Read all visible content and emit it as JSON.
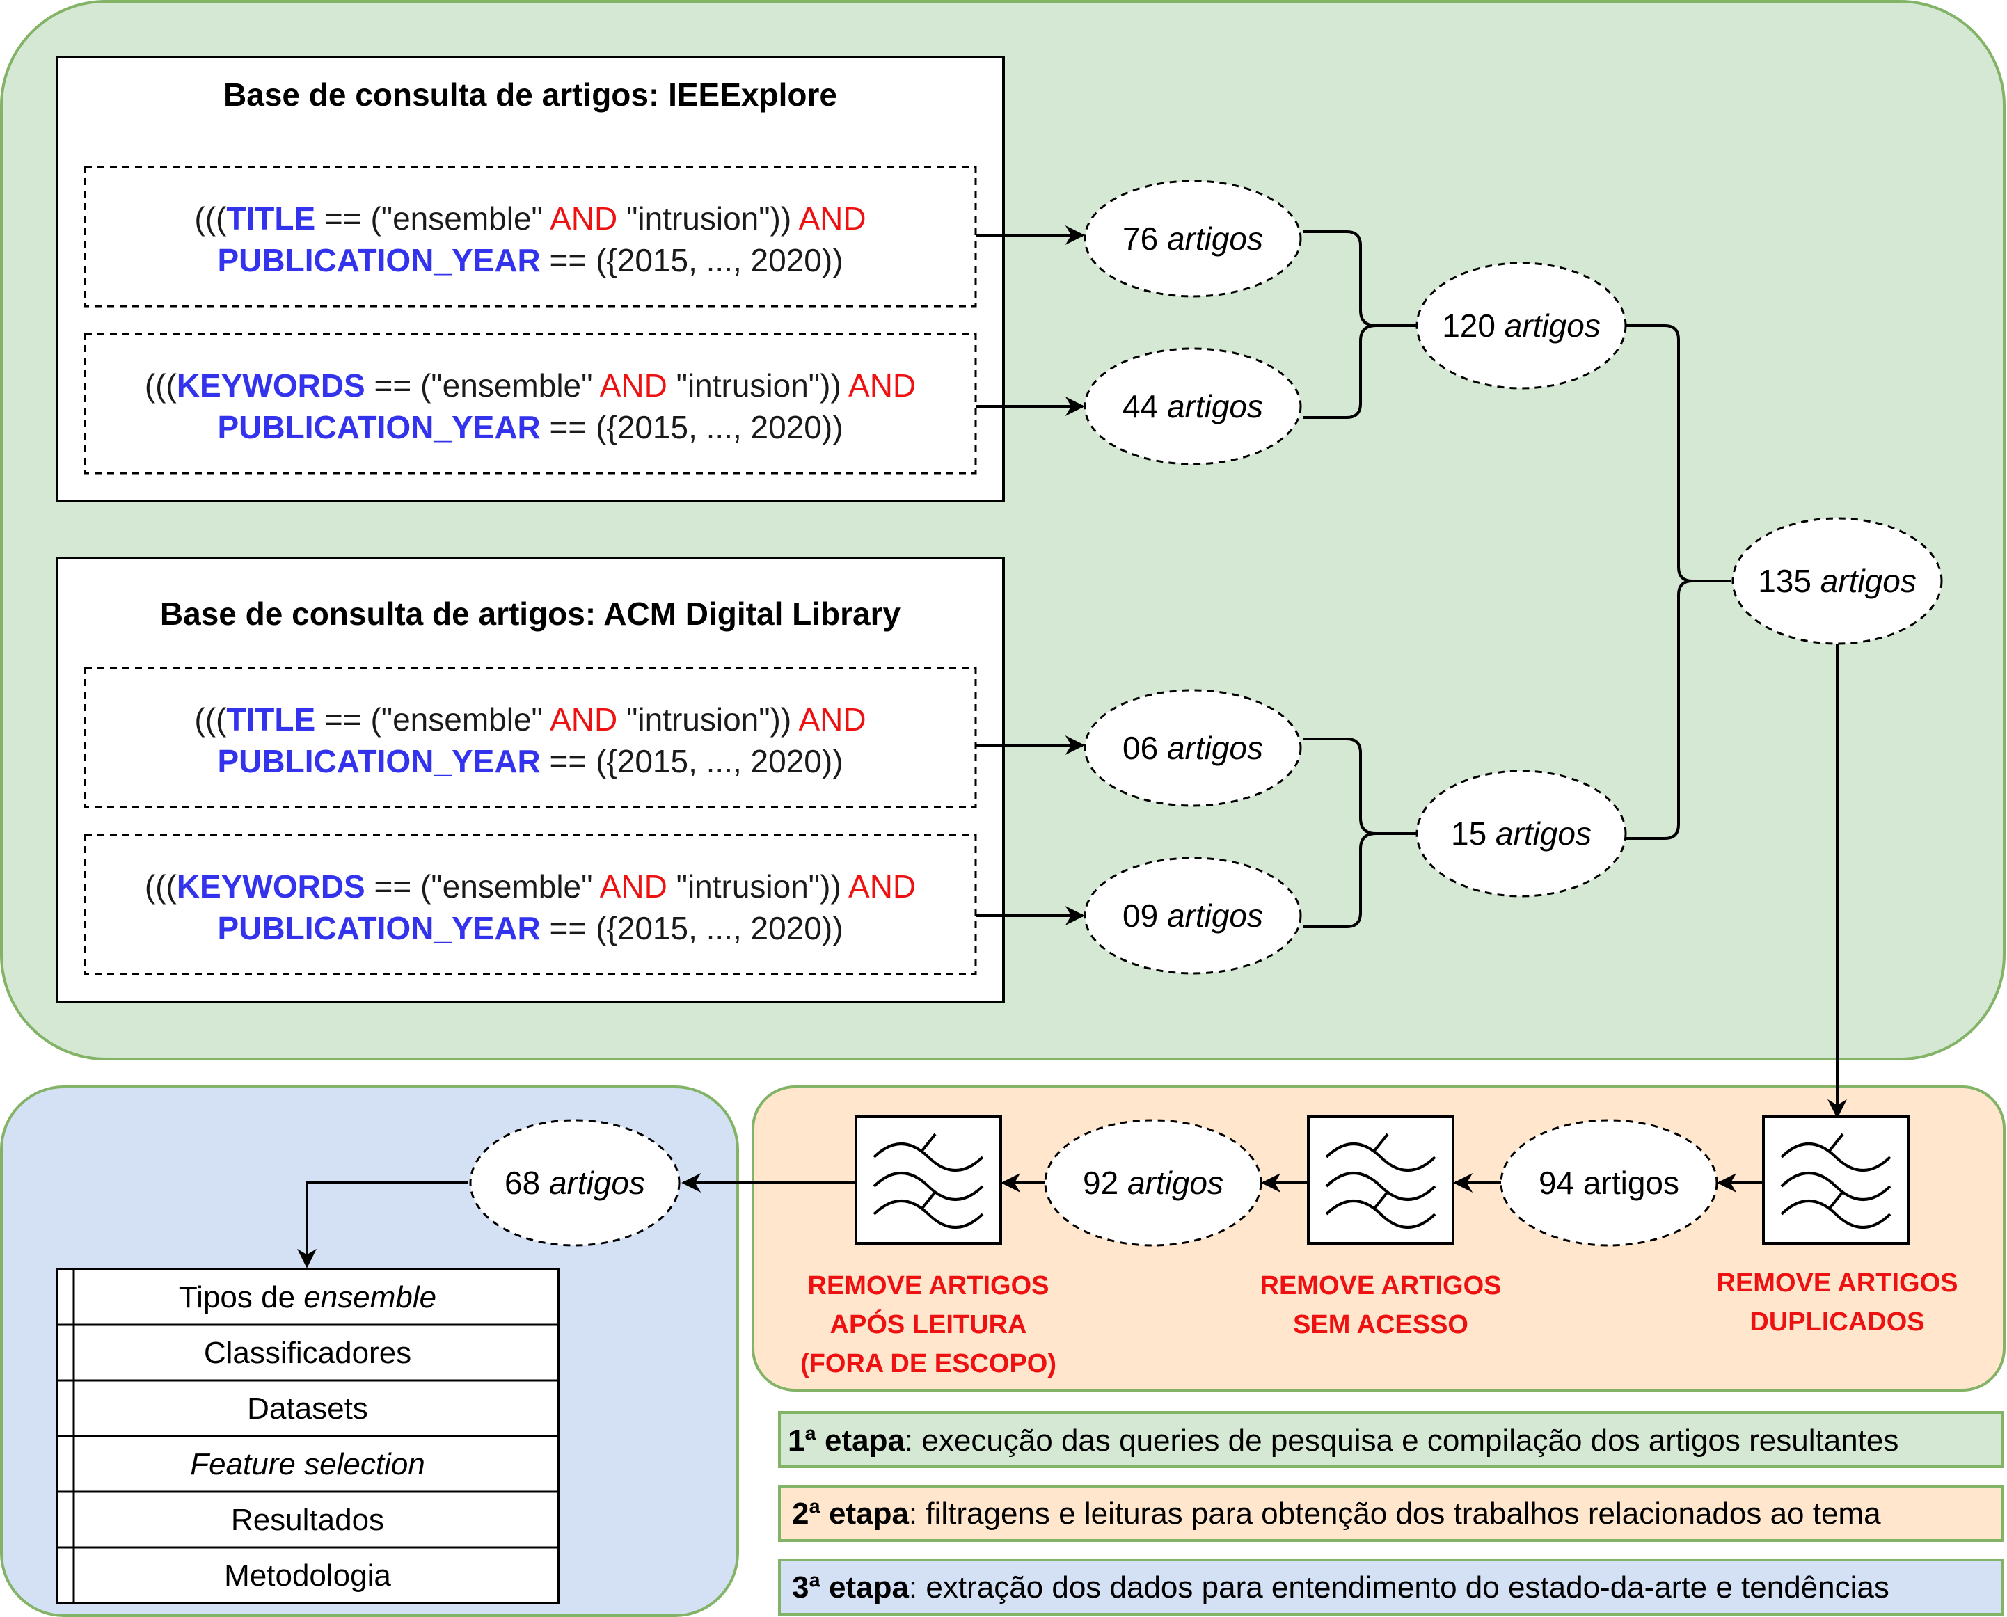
{
  "colors": {
    "green_bg": "#d5e8d4",
    "green_border": "#82b366",
    "orange_bg": "#ffe6cc",
    "orange_border": "#82b366",
    "blue_bg": "#d4e1f5",
    "blue_border": "#82b366",
    "keyword": "#3333ee",
    "operator": "#ee1111",
    "step_label": "#ee1111"
  },
  "stage1": {
    "ieee": {
      "title": "Base de consulta de artigos: IEEExplore",
      "query1": {
        "line1": {
          "p1": "(((",
          "k1": "TITLE",
          "p2": " == (\"ensemble\" ",
          "o1": "AND",
          "p3": " \"intrusion\")) ",
          "o2": "AND"
        },
        "line2": {
          "k1": "PUBLICATION_YEAR",
          "p1": " == ({2015, ..., 2020))"
        }
      },
      "query2": {
        "line1": {
          "p1": "(((",
          "k1": "KEYWORDS",
          "p2": " == (\"ensemble\" ",
          "o1": "AND",
          "p3": " \"intrusion\")) ",
          "o2": "AND"
        },
        "line2": {
          "k1": "PUBLICATION_YEAR",
          "p1": " == ({2015, ..., 2020))"
        }
      }
    },
    "acm": {
      "title": "Base de consulta de artigos: ACM Digital Library",
      "query1": {
        "line1": {
          "p1": "(((",
          "k1": "TITLE",
          "p2": " == (\"ensemble\" ",
          "o1": "AND",
          "p3": " \"intrusion\")) ",
          "o2": "AND"
        },
        "line2": {
          "k1": "PUBLICATION_YEAR",
          "p1": " == ({2015, ..., 2020))"
        }
      },
      "query2": {
        "line1": {
          "p1": "(((",
          "k1": "KEYWORDS",
          "p2": " == (\"ensemble\" ",
          "o1": "AND",
          "p3": " \"intrusion\")) ",
          "o2": "AND"
        },
        "line2": {
          "k1": "PUBLICATION_YEAR",
          "p1": " == ({2015, ..., 2020))"
        }
      }
    },
    "counts": {
      "c76": {
        "num": "76",
        "word": "artigos"
      },
      "c44": {
        "num": "44",
        "word": "artigos"
      },
      "c120": {
        "num": "120",
        "word": "artigos"
      },
      "c06": {
        "num": "06",
        "word": "artigos"
      },
      "c09": {
        "num": "09",
        "word": "artigos"
      },
      "c15": {
        "num": "15",
        "word": "artigos"
      },
      "c135": {
        "num": "135",
        "word": "artigos"
      }
    }
  },
  "stage2": {
    "filters": {
      "duplicados": {
        "line1": "REMOVE ARTIGOS",
        "line2": "DUPLICADOS"
      },
      "sem_acesso": {
        "line1": "REMOVE ARTIGOS",
        "line2": "SEM ACESSO"
      },
      "leitura": {
        "line1": "REMOVE ARTIGOS",
        "line2": "APÓS LEITURA",
        "line3": "(FORA DE ESCOPO)"
      }
    },
    "counts": {
      "c94": "94 artigos",
      "c92": {
        "num": "92",
        "word": "artigos"
      }
    }
  },
  "stage3": {
    "count": {
      "num": "68",
      "word": "artigos"
    },
    "table": {
      "row1": {
        "p1": "Tipos de ",
        "em": "ensemble"
      },
      "row2": "Classificadores",
      "row3": "Datasets",
      "row4": "Feature selection",
      "row5": "Resultados",
      "row6": "Metodologia"
    }
  },
  "legend": {
    "s1": {
      "bold": "1ª etapa",
      "text": ": execução das queries de pesquisa e compilação dos artigos resultantes"
    },
    "s2": {
      "bold": "2ª etapa",
      "text": ": filtragens e leituras para obtenção dos trabalhos  relacionados ao tema"
    },
    "s3": {
      "bold": "3ª etapa",
      "text": ": extração dos dados para entendimento do estado-da-arte e tendências"
    }
  }
}
